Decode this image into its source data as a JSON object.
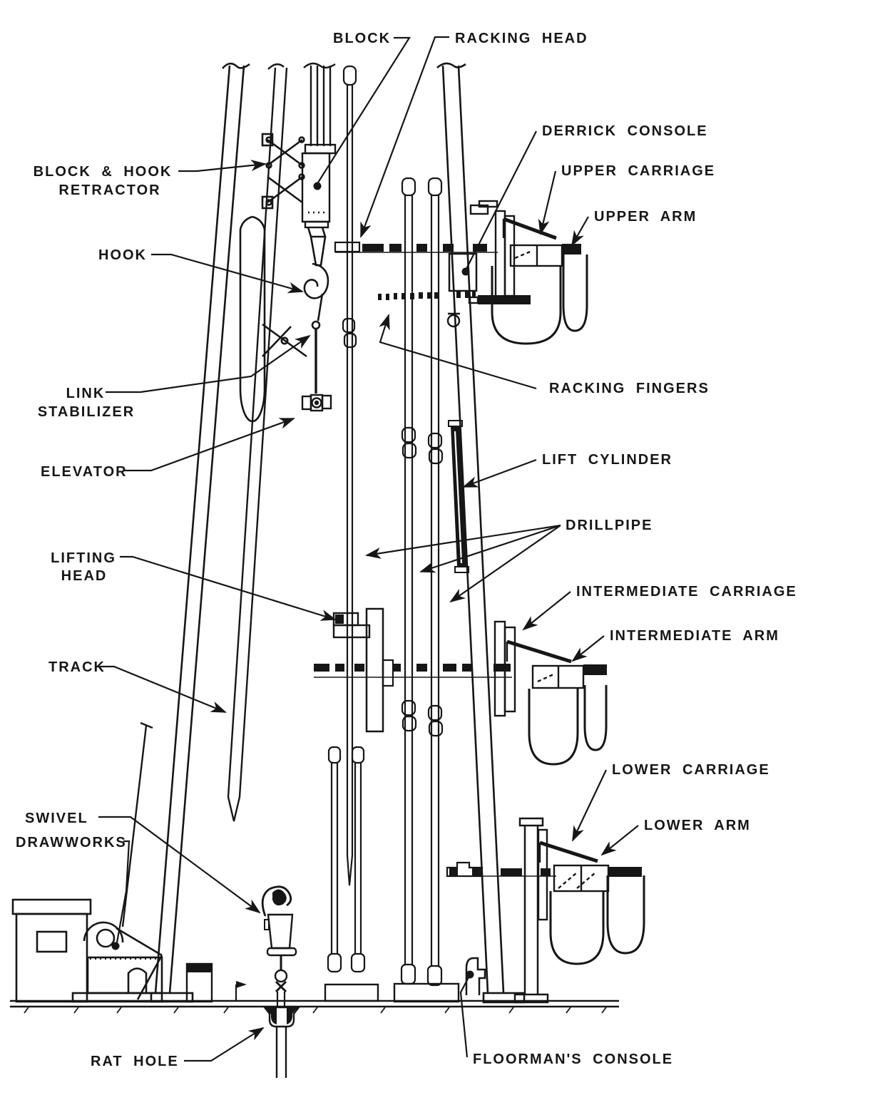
{
  "diagram": {
    "type": "technical-line-drawing",
    "subject": "derrick pipe-handling system cutaway",
    "colors": {
      "ink": "#161616",
      "paper": "#ffffff"
    },
    "labels": {
      "block": "BLOCK",
      "racking_head": "RACKING HEAD",
      "block_hook_retractor_1": "BLOCK & HOOK",
      "block_hook_retractor_2": "RETRACTOR",
      "hook": "HOOK",
      "derrick_console": "DERRICK CONSOLE",
      "upper_carriage": "UPPER CARRIAGE",
      "upper_arm": "UPPER ARM",
      "link_stabilizer_1": "LINK",
      "link_stabilizer_2": "STABILIZER",
      "racking_fingers": "RACKING FINGERS",
      "elevator": "ELEVATOR",
      "lift_cylinder": "LIFT CYLINDER",
      "drillpipe": "DRILLPIPE",
      "lifting_head_1": "LIFTING",
      "lifting_head_2": "HEAD",
      "intermediate_carriage": "INTERMEDIATE CARRIAGE",
      "intermediate_arm": "INTERMEDIATE ARM",
      "track": "TRACK",
      "lower_carriage": "LOWER CARRIAGE",
      "swivel": "SWIVEL",
      "drawworks": "DRAWWORKS",
      "lower_arm": "LOWER ARM",
      "rat_hole": "RAT HOLE",
      "floormans_console": "FLOORMAN'S CONSOLE"
    }
  }
}
